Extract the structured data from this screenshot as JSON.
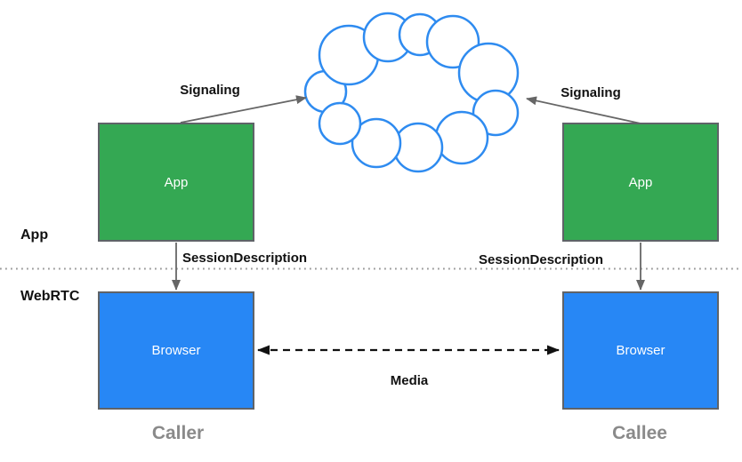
{
  "diagram": {
    "title_hint": "WebRTC signaling and media paths between caller and callee",
    "cloud": {
      "name": "signaling-cloud"
    },
    "layers": {
      "app_label": "App",
      "webrtc_label": "WebRTC"
    },
    "nodes": {
      "app_left": {
        "label": "App"
      },
      "app_right": {
        "label": "App"
      },
      "browser_left": {
        "label": "Browser"
      },
      "browser_right": {
        "label": "Browser"
      }
    },
    "edges": {
      "signaling_left_label": "Signaling",
      "signaling_right_label": "Signaling",
      "session_left_label": "SessionDescription",
      "session_right_label": "SessionDescription",
      "media_label": "Media"
    },
    "roles": {
      "caller_label": "Caller",
      "callee_label": "Callee"
    }
  },
  "colors": {
    "app_box_fill": "#34A853",
    "browser_box_fill": "#2787F5",
    "cloud_stroke": "#2E8BF0",
    "box_border": "#5F6368",
    "arrow_gray": "#666666",
    "media_arrow": "#111111",
    "divider_dots": "#999999",
    "role_text": "#8A8A8A",
    "label_text": "#111111",
    "node_text": "#FFFFFF"
  }
}
